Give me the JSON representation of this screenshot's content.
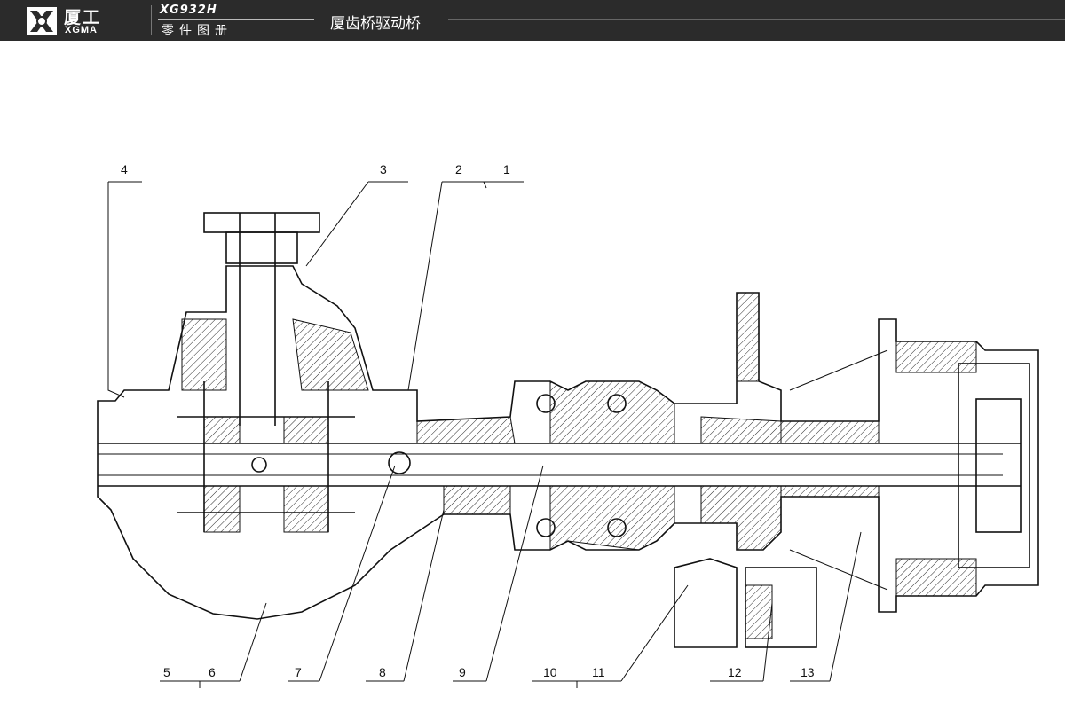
{
  "header": {
    "brand_cn": "厦工",
    "brand_en": "XGMA",
    "model": "XG932H",
    "catalog": "零件图册",
    "title": "厦齿桥驱动桥"
  },
  "diagram": {
    "callouts": [
      "1",
      "2",
      "3",
      "4",
      "5",
      "6",
      "7",
      "8",
      "9",
      "10",
      "11",
      "12",
      "13"
    ]
  },
  "colors": {
    "header_bg": "#2b2b2b",
    "line": "#111111"
  }
}
